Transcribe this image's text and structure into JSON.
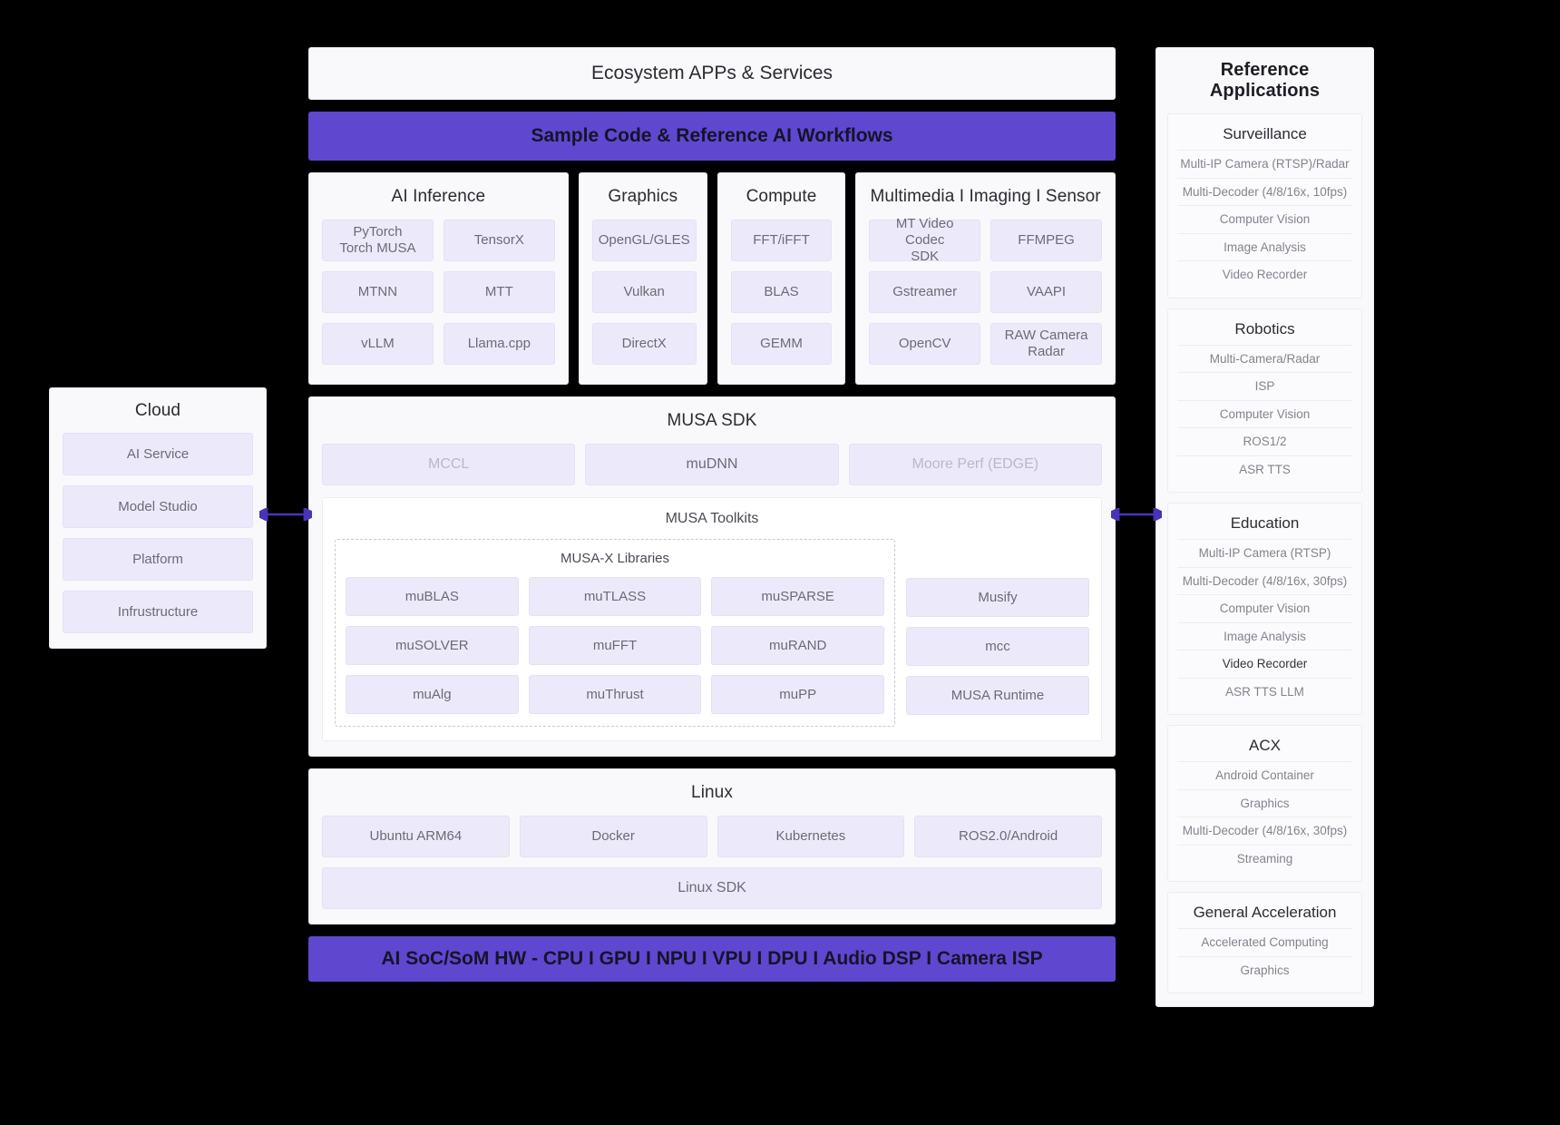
{
  "center": {
    "ecosystem_bar": "Ecosystem APPs & Services",
    "sample_bar": "Sample Code & Reference AI Workflows",
    "hardware_bar": "AI SoC/SoM HW - CPU I GPU I NPU I VPU I DPU I Audio DSP I Camera ISP",
    "domains": [
      {
        "title": "AI Inference",
        "tiles": [
          "PyTorch\nTorch MUSA",
          "TensorX",
          "MTNN",
          "MTT",
          "vLLM",
          "Llama.cpp"
        ]
      },
      {
        "title": "Graphics",
        "tiles": [
          "OpenGL/GLES",
          "Vulkan",
          "DirectX"
        ]
      },
      {
        "title": "Compute",
        "tiles": [
          "FFT/iFFT",
          "BLAS",
          "GEMM"
        ]
      },
      {
        "title": "Multimedia I Imaging I Sensor",
        "tiles": [
          "MT Video Codec\nSDK",
          "FFMPEG",
          "Gstreamer",
          "VAAPI",
          "OpenCV",
          "RAW Camera\nRadar"
        ]
      }
    ],
    "musa_sdk": {
      "title": "MUSA SDK",
      "top_tiles": [
        {
          "label": "MCCL",
          "faded": true
        },
        {
          "label": "muDNN",
          "faded": false
        },
        {
          "label": "Moore Perf (EDGE)",
          "faded": true
        }
      ],
      "toolkits_title": "MUSA Toolkits",
      "musax_title": "MUSA-X Libraries",
      "musax_tiles": [
        "muBLAS",
        "muTLASS",
        "muSPARSE",
        "muSOLVER",
        "muFFT",
        "muRAND",
        "muAlg",
        "muThrust",
        "muPP"
      ],
      "extra_tiles": [
        "Musify",
        "mcc",
        "MUSA Runtime"
      ]
    },
    "linux": {
      "title": "Linux",
      "tiles": [
        "Ubuntu ARM64",
        "Docker",
        "Kubernetes",
        "ROS2.0/Android"
      ],
      "sdk_tile": "Linux SDK"
    }
  },
  "cloud": {
    "title": "Cloud",
    "tiles": [
      "AI Service",
      "Model Studio",
      "Platform",
      "Infrustructure"
    ]
  },
  "reference_applications": {
    "title": "Reference Applications",
    "cards": [
      {
        "name": "Surveillance",
        "items": [
          {
            "label": "Multi-IP Camera (RTSP)/Radar",
            "strong": false
          },
          {
            "label": "Multi-Decoder (4/8/16x, 10fps)",
            "strong": false
          },
          {
            "label": "Computer Vision",
            "strong": false
          },
          {
            "label": "Image Analysis",
            "strong": false
          },
          {
            "label": "Video Recorder",
            "strong": false
          }
        ]
      },
      {
        "name": "Robotics",
        "items": [
          {
            "label": "Multi-Camera/Radar",
            "strong": false
          },
          {
            "label": "ISP",
            "strong": false
          },
          {
            "label": "Computer Vision",
            "strong": false
          },
          {
            "label": "ROS1/2",
            "strong": false
          },
          {
            "label": "ASR TTS",
            "strong": false
          }
        ]
      },
      {
        "name": "Education",
        "items": [
          {
            "label": "Multi-IP Camera (RTSP)",
            "strong": false
          },
          {
            "label": "Multi-Decoder (4/8/16x, 30fps)",
            "strong": false
          },
          {
            "label": "Computer Vision",
            "strong": false
          },
          {
            "label": "Image Analysis",
            "strong": false
          },
          {
            "label": "Video Recorder",
            "strong": true
          },
          {
            "label": "ASR TTS LLM",
            "strong": false
          }
        ]
      },
      {
        "name": "ACX",
        "items": [
          {
            "label": "Android Container",
            "strong": false
          },
          {
            "label": "Graphics",
            "strong": false
          },
          {
            "label": "Multi-Decoder (4/8/16x, 30fps)",
            "strong": false
          },
          {
            "label": "Streaming",
            "strong": false
          }
        ]
      },
      {
        "name": "General Acceleration",
        "items": [
          {
            "label": "Accelerated Computing",
            "strong": false
          },
          {
            "label": "Graphics",
            "strong": false
          }
        ]
      }
    ]
  },
  "colors": {
    "accent_purple": "#6047cf",
    "tile_lavender": "#eceafa",
    "panel_bg": "#f9f9fb",
    "page_bg": "#000000",
    "arrow": "#4a33b8"
  }
}
